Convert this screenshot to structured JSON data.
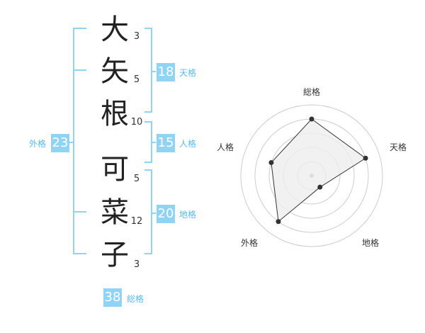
{
  "name": {
    "chars": [
      {
        "char": "大",
        "strokes": "3"
      },
      {
        "char": "矢",
        "strokes": "5"
      },
      {
        "char": "根",
        "strokes": "10"
      },
      {
        "char": "可",
        "strokes": "5"
      },
      {
        "char": "菜",
        "strokes": "12"
      },
      {
        "char": "子",
        "strokes": "3"
      }
    ]
  },
  "fortune": {
    "tenkaku": {
      "label": "天格",
      "value": "18"
    },
    "jinkaku": {
      "label": "人格",
      "value": "15"
    },
    "chikaku": {
      "label": "地格",
      "value": "20"
    },
    "gaikaku": {
      "label": "外格",
      "value": "23"
    },
    "soukaku": {
      "label": "総格",
      "value": "38"
    }
  },
  "radar": {
    "axes": [
      "総格",
      "天格",
      "地格",
      "外格",
      "人格"
    ],
    "levels": 5,
    "values": [
      4,
      4,
      1,
      4,
      3
    ],
    "colors": {
      "ring": "#cccccc",
      "fill": "#eeeeee",
      "line": "#333333",
      "accent": "#8fd3f5"
    }
  }
}
